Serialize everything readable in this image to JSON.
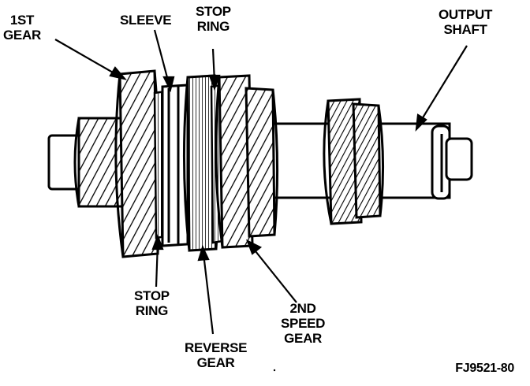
{
  "labels": {
    "first_gear": [
      "1ST",
      "GEAR"
    ],
    "sleeve": [
      "SLEEVE"
    ],
    "stop_ring_top": [
      "STOP",
      "RING"
    ],
    "output_shaft": [
      "OUTPUT",
      "SHAFT"
    ],
    "stop_ring_bottom": [
      "STOP",
      "RING"
    ],
    "reverse_gear": [
      "REVERSE",
      "GEAR"
    ],
    "second_speed_gear": [
      "2ND",
      "SPEED",
      "GEAR"
    ]
  },
  "figure_id": "FJ9521-80",
  "colors": {
    "ink": "#000000",
    "paper": "#ffffff"
  }
}
